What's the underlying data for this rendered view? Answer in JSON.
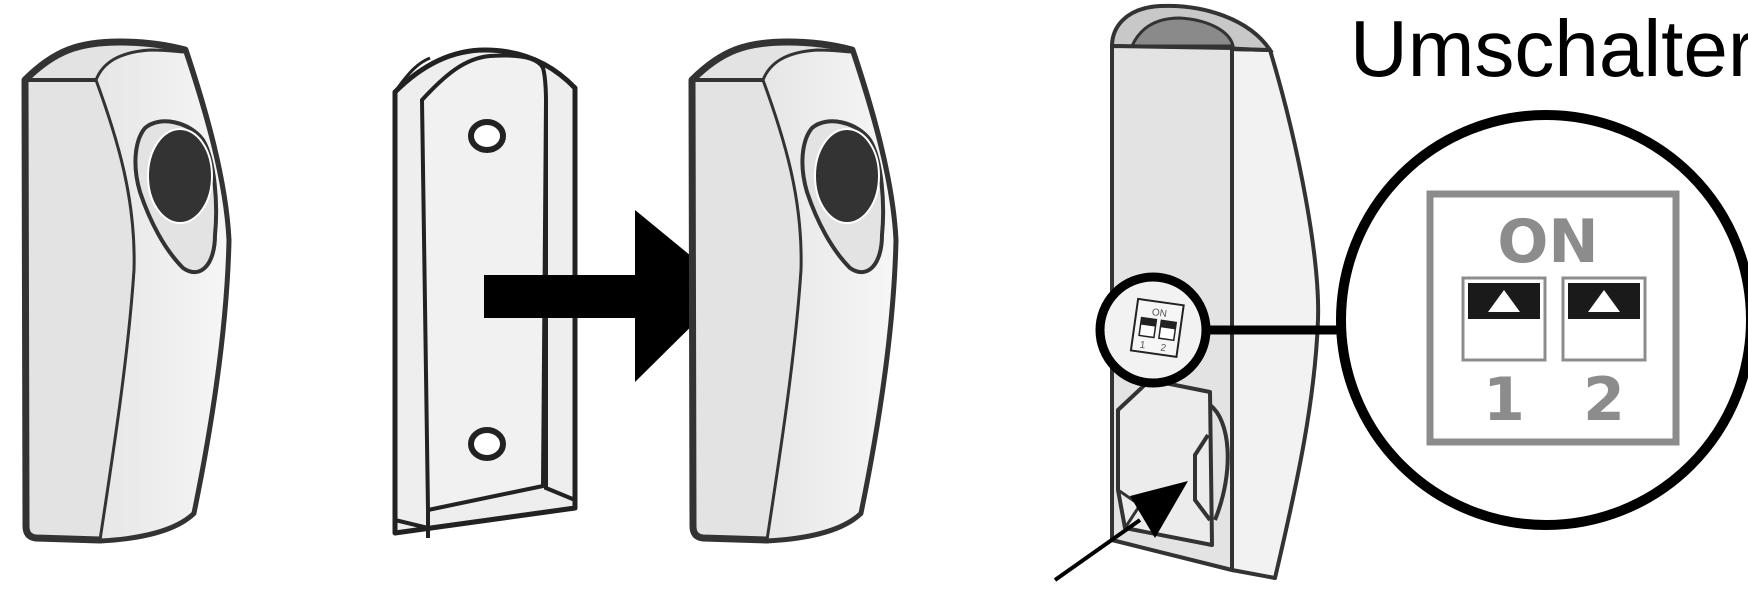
{
  "title": "Umschalter",
  "dip": {
    "on_label": "ON",
    "switches": [
      "1",
      "2"
    ]
  },
  "colors": {
    "outline": "#333333",
    "body_fill": "#e3e3e3",
    "body_light": "#f2f2f2",
    "lens": "#333333",
    "dip_gray": "#8c8c8c",
    "arrow": "#000000"
  },
  "icons": {
    "big_arrow": "right-arrow-icon",
    "pointer": "pointer-arrow-icon"
  }
}
